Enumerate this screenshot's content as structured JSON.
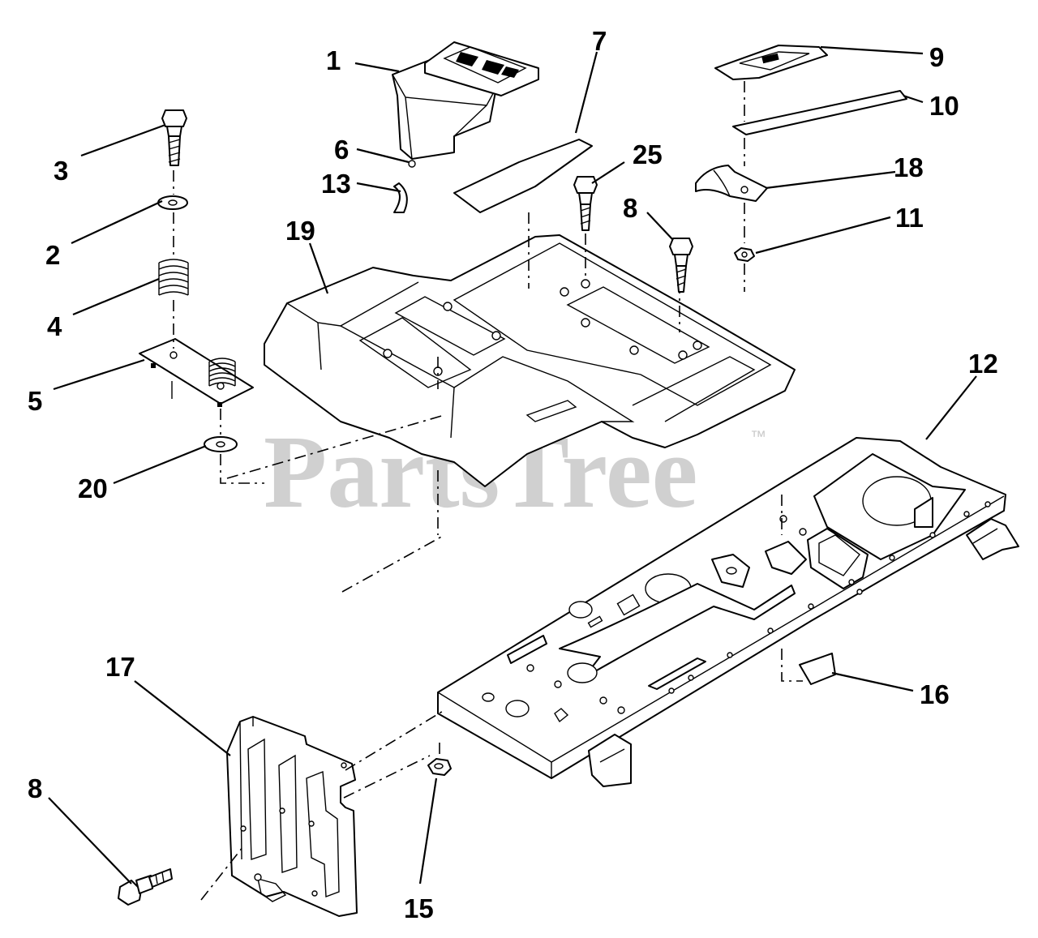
{
  "watermark": {
    "text": "PartsTree",
    "trademark": "™"
  },
  "callouts": [
    {
      "id": "c1",
      "label": "1"
    },
    {
      "id": "c2",
      "label": "2"
    },
    {
      "id": "c3",
      "label": "3"
    },
    {
      "id": "c4",
      "label": "4"
    },
    {
      "id": "c5",
      "label": "5"
    },
    {
      "id": "c6",
      "label": "6"
    },
    {
      "id": "c7",
      "label": "7"
    },
    {
      "id": "c8a",
      "label": "8"
    },
    {
      "id": "c8b",
      "label": "8"
    },
    {
      "id": "c9",
      "label": "9"
    },
    {
      "id": "c10",
      "label": "10"
    },
    {
      "id": "c11",
      "label": "11"
    },
    {
      "id": "c12",
      "label": "12"
    },
    {
      "id": "c13",
      "label": "13"
    },
    {
      "id": "c15",
      "label": "15"
    },
    {
      "id": "c16",
      "label": "16"
    },
    {
      "id": "c17",
      "label": "17"
    },
    {
      "id": "c18",
      "label": "18"
    },
    {
      "id": "c19",
      "label": "19"
    },
    {
      "id": "c20",
      "label": "20"
    },
    {
      "id": "c25",
      "label": "25"
    }
  ]
}
